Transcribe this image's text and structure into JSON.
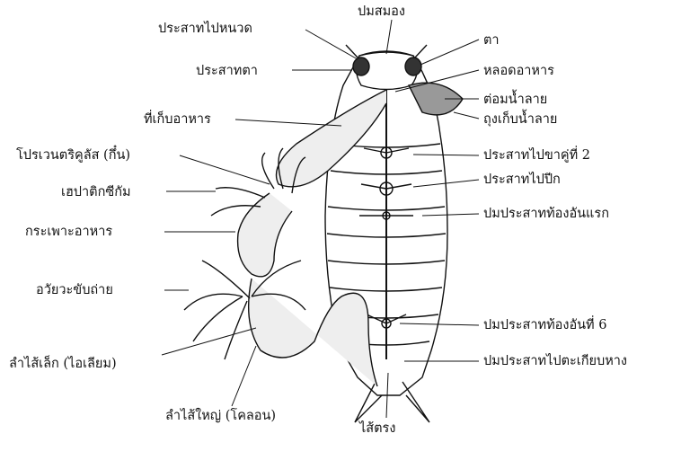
{
  "labels": {
    "antennal_nerve": "ประสาทไปหนวด",
    "brain": "ปมสมอง",
    "optic_nerve": "ประสาทตา",
    "eye": "ตา",
    "esophagus": "หลอดอาหาร",
    "salivary_gland": "ต่อมน้ำลาย",
    "crop": "ที่เก็บอาหาร",
    "salivary_reservoir": "ถุงเก็บน้ำลาย",
    "proventriculus": "โปรเวนตริคูลัส (กึ๋น)",
    "second_leg_nerve": "ประสาทไปขาคู่ที่ 2",
    "hepatic_caeca": "เฮปาติกซีกัม",
    "wing_nerve": "ประสาทไปปีก",
    "first_abdominal_ganglion": "ปมประสาทท้องอันแรก",
    "stomach": "กระเพาะอาหาร",
    "malpighian_tubules": "อวัยวะขับถ่าย",
    "sixth_abdominal_ganglion": "ปมประสาทท้องอันที่ 6",
    "ileum": "ลำไส้เล็ก (ไอเลียม)",
    "cercal_nerve": "ปมประสาทไปตะเกียบหาง",
    "colon": "ลำไส้ใหญ่ (โคลอน)",
    "rectum": "ไส้ตรง"
  }
}
